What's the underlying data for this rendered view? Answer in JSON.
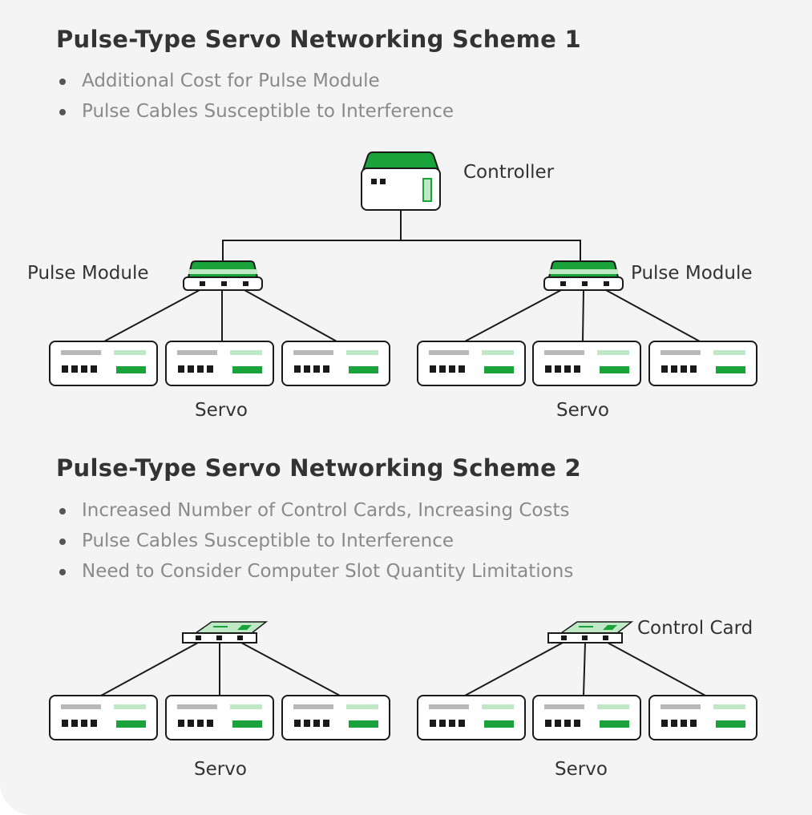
{
  "scheme1": {
    "title": "Pulse-Type Servo Networking Scheme 1",
    "bullets": [
      "Additional Cost for Pulse Module",
      "Pulse Cables Susceptible to Interference"
    ],
    "labels": {
      "controller": "Controller",
      "pulse_module_left": "Pulse Module",
      "pulse_module_right": "Pulse Module",
      "servo_left": "Servo",
      "servo_right": "Servo"
    }
  },
  "scheme2": {
    "title": "Pulse-Type Servo Networking Scheme 2",
    "bullets": [
      "Increased Number of Control Cards, Increasing Costs",
      "Pulse Cables Susceptible to Interference",
      "Need to Consider Computer Slot Quantity Limitations"
    ],
    "labels": {
      "control_card": "Control Card",
      "servo_left": "Servo",
      "servo_right": "Servo"
    }
  },
  "colors": {
    "background": "#f4f4f4",
    "accent_green": "#1aa33a",
    "light_green": "#bfe8c4",
    "dark_green": "#0f8a2e",
    "outline": "#1a1a1a",
    "gray_bar": "#b8b8b8"
  }
}
